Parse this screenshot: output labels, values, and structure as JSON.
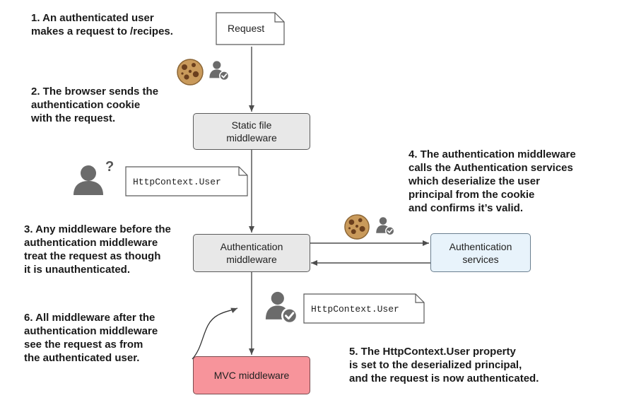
{
  "colors": {
    "box_gray": "#e8e8e8",
    "box_blue": "#e8f3fb",
    "box_red": "#f7949b",
    "stroke": "#4d4d4d",
    "icon_gray": "#6b6b6b",
    "cookie": "#c99a5b",
    "cookie_chip": "#6b3f1d"
  },
  "nodes": {
    "request": "Request",
    "static_file": [
      "Static file",
      "middleware"
    ],
    "authentication": [
      "Authentication",
      "middleware"
    ],
    "auth_services": [
      "Authentication",
      "services"
    ],
    "mvc": "MVC middleware"
  },
  "documents": {
    "context_user_1": "HttpContext.User",
    "context_user_2": "HttpContext.User",
    "unknown_user_mark": "?"
  },
  "notes": {
    "step1": [
      "1. An authenticated user",
      "makes a request to /recipes."
    ],
    "step2": [
      "2. The browser sends the",
      "authentication cookie",
      "with the request."
    ],
    "step3": [
      "3. Any middleware before the",
      "authentication middleware",
      "treat the request as though",
      "it is unauthenticated."
    ],
    "step4": [
      "4. The authentication middleware",
      "calls the Authentication services",
      "which deserialize the user",
      "principal from the cookie",
      "and confirms it’s valid."
    ],
    "step5": [
      "5. The HttpContext.User property",
      "is set to the deserialized principal,",
      "and the request is now authenticated."
    ],
    "step6": [
      "6. All middleware after the",
      "authentication middleware",
      "see the request as from",
      "the authenticated user."
    ]
  },
  "icons": [
    "cookie-icon",
    "verified-user-icon",
    "unknown-user-icon"
  ]
}
